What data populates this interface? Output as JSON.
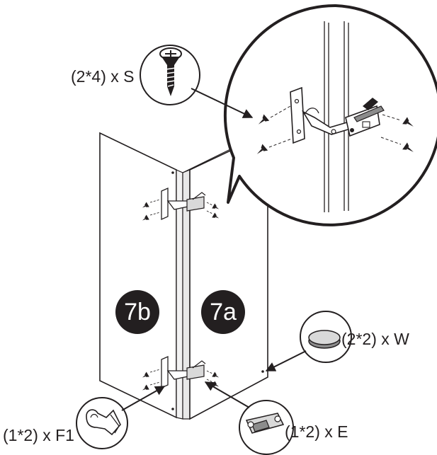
{
  "panels": {
    "left": "7b",
    "right": "7a"
  },
  "parts": {
    "screw": "(2*4) x S",
    "washer": "(2*2) x W",
    "hinge": "(1*2) x F1",
    "plate": "(1*2) x E"
  },
  "colors": {
    "ink": "#231f20",
    "background": "#ffffff",
    "shading": "#bfbfbf"
  },
  "icons": [
    "screw-icon",
    "washer-icon",
    "hinge-icon",
    "mounting-plate-icon",
    "magnifier-callout"
  ]
}
